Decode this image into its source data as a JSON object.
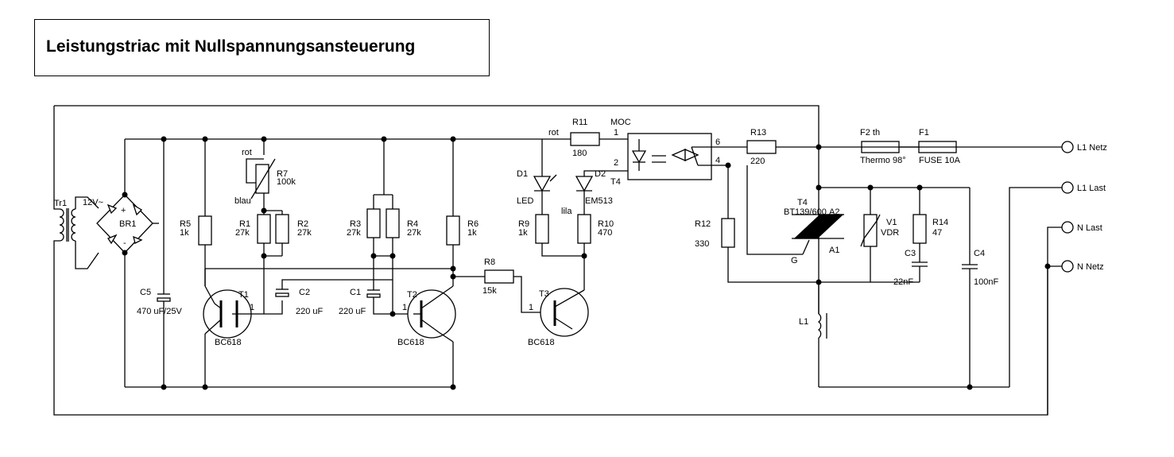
{
  "title": "Leistungstriac mit Nullspannungsansteuerung",
  "labels": {
    "tr1": "Tr1",
    "v12": "12V~",
    "br1": "BR1",
    "br_plus": "+",
    "br_minus": "-",
    "c5_name": "C5",
    "c5_val": "470 uF/25V",
    "r5_name": "R5",
    "r5_val": "1k",
    "t1_name": "T1",
    "t1_type": "BC618",
    "t1_pin": "1",
    "rot1": "rot",
    "blau": "blau",
    "r7_name": "R7",
    "r7_val": "100k",
    "r1_name": "R1",
    "r1_val": "27k",
    "r2_name": "R2",
    "r2_val": "27k",
    "c2_name": "C2",
    "c2_val": "220 uF",
    "c1_name": "C1",
    "c1_val": "220 uF",
    "r3_name": "R3",
    "r3_val": "27k",
    "r4_name": "R4",
    "r4_val": "27k",
    "t2_name": "T2",
    "t2_type": "BC618",
    "t2_pin": "1",
    "r6_name": "R6",
    "r6_val": "1k",
    "r8_name": "R8",
    "r8_val": "15k",
    "t3_name": "T3",
    "t3_type": "BC618",
    "t3_pin": "1",
    "rot2": "rot",
    "r11_name": "R11",
    "r11_val": "180",
    "moc": "MOC",
    "moc_pin1": "1",
    "moc_pin2": "2",
    "moc_pin6": "6",
    "moc_pin4": "4",
    "d1_name": "D1",
    "d1_type": "LED",
    "d2_name": "D2",
    "t4_small": "T4",
    "em513": "EM513",
    "lila": "lila",
    "r9_name": "R9",
    "r9_val": "1k",
    "r10_name": "R10",
    "r10_val": "470",
    "r13_name": "R13",
    "r13_val": "220",
    "r12_name": "R12",
    "r12_val": "330",
    "t4_name": "T4",
    "t4_type": "BT139/600",
    "a2": "A2",
    "a1": "A1",
    "g": "G",
    "v1_name": "V1",
    "v1_type": "VDR",
    "r14_name": "R14",
    "r14_val": "47",
    "c3_name": "C3",
    "c3_val": "22nF",
    "c4_name": "C4",
    "c4_val": "100nF",
    "l1_name": "L1",
    "f2_name": "F2 th",
    "f2_type": "Thermo 98°",
    "f1_name": "F1",
    "f1_type": "FUSE 10A"
  },
  "terminals": {
    "l1_netz": "L1 Netz",
    "l1_last": "L1 Last",
    "n_last": "N Last",
    "n_netz": "N Netz"
  }
}
